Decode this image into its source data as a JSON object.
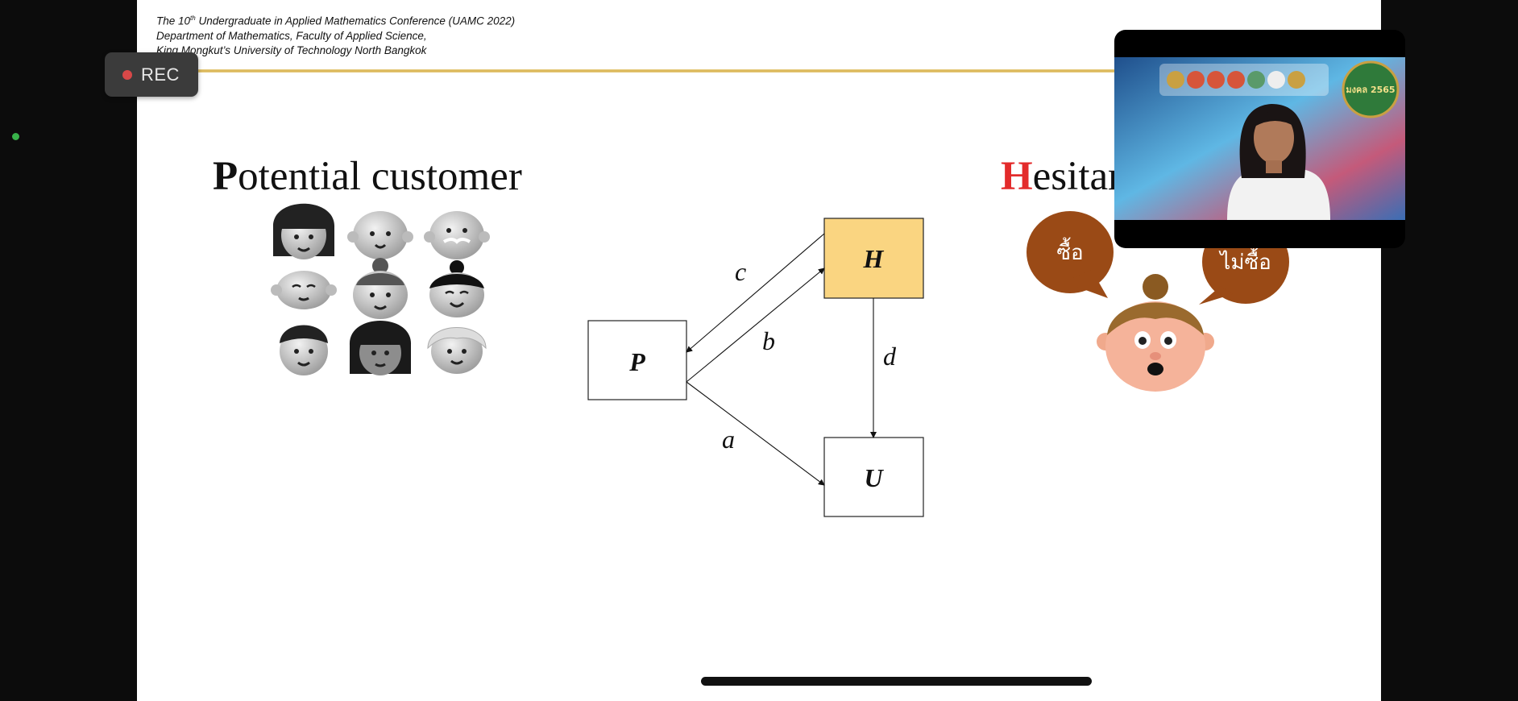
{
  "slide": {
    "header_line1_pre": "The 10",
    "header_line1_sup": "th",
    "header_line1_post": " Undergraduate in Applied Mathematics Conference (UAMC 2022)",
    "header_line2": "Department of Mathematics, Faculty of Applied Science,",
    "header_line3": "King Mongkut’s University of Technology North Bangkok",
    "title_left_cap": "P",
    "title_left_rest": "otential customer",
    "title_right_cap": "H",
    "title_right_rest": "esitar",
    "diagram": {
      "node_p": "P",
      "node_h": "H",
      "node_u": "U",
      "edge_a": "a",
      "edge_b": "b",
      "edge_c": "c",
      "edge_d": "d",
      "node_h_color": "#fad581"
    },
    "bubble_buy": "ซื้อ",
    "bubble_not_buy": "ไม่ซื้อ"
  },
  "recording": {
    "label": "REC"
  },
  "video": {
    "badge_text": "มงคล 2565"
  },
  "colors": {
    "accent_red": "#e32b2b",
    "gold_rule": "#d9b24f",
    "bubble_brown": "#9a4a16"
  }
}
